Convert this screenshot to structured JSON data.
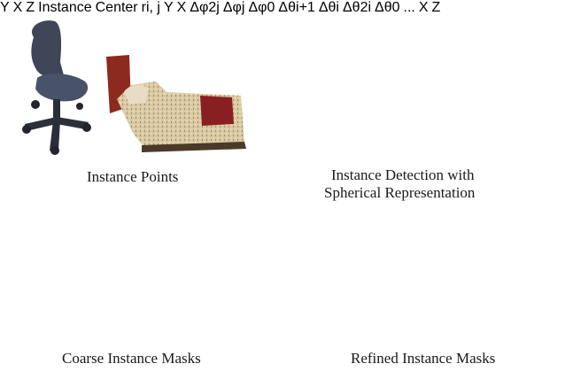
{
  "captions": {
    "instance_points": "Instance Points",
    "detection_line1": "Instance Detection with",
    "detection_line2": "Spherical Representation",
    "coarse_masks": "Coarse Instance Masks",
    "refined_masks": "Refined Instance Masks"
  },
  "sphere_panel": {
    "axis_y": "Y",
    "axis_x": "X",
    "axis_z": "Z",
    "center_label_line1": "Instance",
    "center_label_line2": "Center",
    "radius_label": "r",
    "radius_subscript": "i, j",
    "phi_labels": [
      "Δφ",
      "Δφ",
      "Δφ"
    ],
    "phi_subs": [
      "2j",
      "j",
      "0"
    ],
    "theta_labels": [
      "Δθ",
      "Δθ",
      "Δθ",
      "Δθ"
    ],
    "theta_subs": [
      "i+1",
      "i",
      "2i",
      "0"
    ],
    "ellipsis": "..."
  },
  "colors": {
    "panel_border": "#2f4f8f",
    "sphere": "#c0622a",
    "equator": "#4e7d2e",
    "radius": "#3fa0d8",
    "mask_green": "#55c43a",
    "arrow": "#3d3c78"
  }
}
